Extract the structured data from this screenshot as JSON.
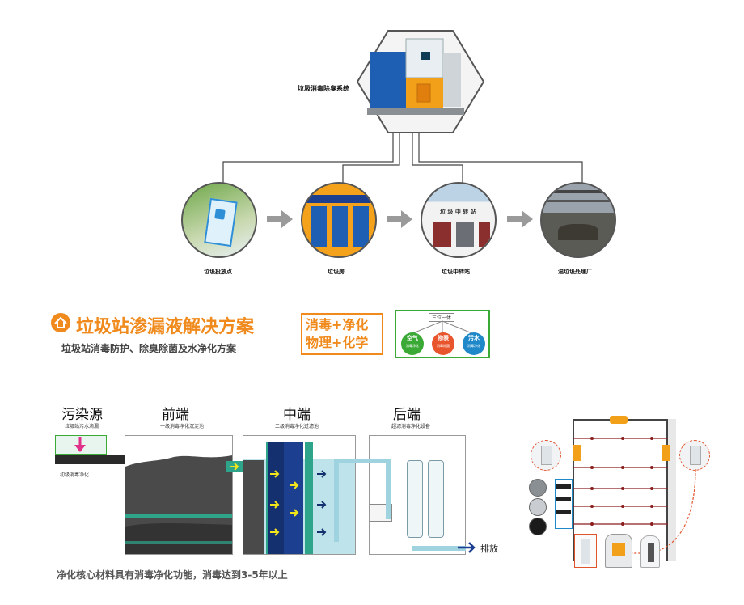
{
  "top": {
    "system_label": "垃圾消毒除臭系统",
    "steps": [
      {
        "label": "垃圾投放点"
      },
      {
        "label": "垃圾房"
      },
      {
        "label": "垃圾中转站"
      },
      {
        "label": "湿垃圾处理厂"
      }
    ],
    "transfer_station_sign": "垃 圾 中 转 站"
  },
  "solution": {
    "title": "垃圾站渗漏液解决方案",
    "subtitle": "垃圾站消毒防护、除臭除菌及水净化方案",
    "badge_line1": "消毒+净化",
    "badge_line2": "物理+化学",
    "trinity": {
      "title": "三位一体",
      "items": [
        {
          "name": "空气",
          "sub": "消毒净化",
          "color": "#3aa935"
        },
        {
          "name": "物表",
          "sub": "消毒除菌",
          "color": "#e8542c"
        },
        {
          "name": "污水",
          "sub": "消毒净化",
          "color": "#1e88c8"
        }
      ]
    }
  },
  "process": {
    "stages": [
      {
        "title": "污染源",
        "sub": "垃圾站污水滴漏"
      },
      {
        "title": "前端",
        "sub": "一级消毒净化沉淀池"
      },
      {
        "title": "中端",
        "sub": "二级消毒净化过滤池"
      },
      {
        "title": "后端",
        "sub": "超滤消毒净化设备"
      }
    ],
    "primary_label": "初级消毒净化",
    "discharge_label": "排放",
    "footer": "净化核心材料具有消毒净化功能，消毒达到3-5年以上"
  },
  "colors": {
    "orange": "#f08a1c",
    "green": "#3aa935",
    "dark_sludge": "#4a4a4a",
    "water": "#bfe3ea",
    "teal": "#2ea58a",
    "arrow_gray": "#9a9a9a"
  }
}
